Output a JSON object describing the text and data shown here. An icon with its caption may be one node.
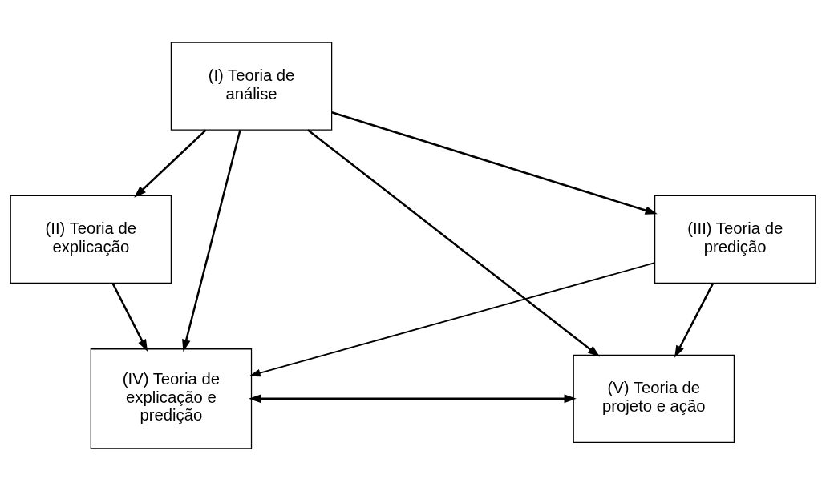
{
  "diagram": {
    "nodes": [
      {
        "text": [
          "(I) Teoria de análise"
        ]
      },
      {
        "text": [
          "(II) Teoria de explicação"
        ]
      },
      {
        "text": [
          "(III) Teoria de predição"
        ]
      },
      {
        "text": [
          "(IV) Teoria de explicação e predição"
        ]
      },
      {
        "text": [
          "(V) Teoria de projeto e ação"
        ]
      }
    ],
    "edges": [
      {
        "from": 0,
        "to": 1,
        "arrow": "to"
      },
      {
        "from": 0,
        "to": 3,
        "arrow": "to"
      },
      {
        "from": 0,
        "to": 4,
        "arrow": "to"
      },
      {
        "from": 0,
        "to": 2,
        "arrow": "to"
      },
      {
        "from": 1,
        "to": 3,
        "arrow": "to"
      },
      {
        "from": 2,
        "to": 3,
        "arrow": "to"
      },
      {
        "from": 2,
        "to": 4,
        "arrow": "to"
      },
      {
        "from": 3,
        "to": 4,
        "arrow": "both"
      }
    ]
  }
}
